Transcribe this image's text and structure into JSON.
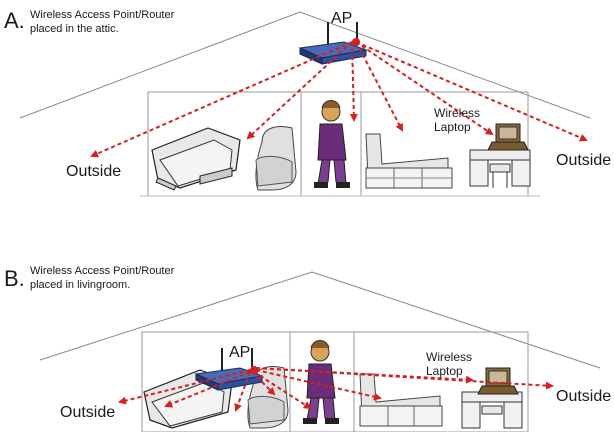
{
  "scenario_a": {
    "letter": "A.",
    "description_line1": "Wireless Access Point/Router",
    "description_line2": "placed in the attic.",
    "ap_label": "AP",
    "laptop_line1": "Wireless",
    "laptop_line2": "Laptop",
    "outside_left": "Outside",
    "outside_right": "Outside"
  },
  "scenario_b": {
    "letter": "B.",
    "description_line1": "Wireless Access Point/Router",
    "description_line2": "placed in livingroom.",
    "ap_label": "AP",
    "laptop_line1": "Wireless",
    "laptop_line2": "Laptop",
    "outside_left": "Outside",
    "outside_right": "Outside"
  },
  "colors": {
    "signal": "#d42020",
    "router_body": "#2f4f9a",
    "house_line": "#888888",
    "furniture": "#d8d8d8"
  }
}
